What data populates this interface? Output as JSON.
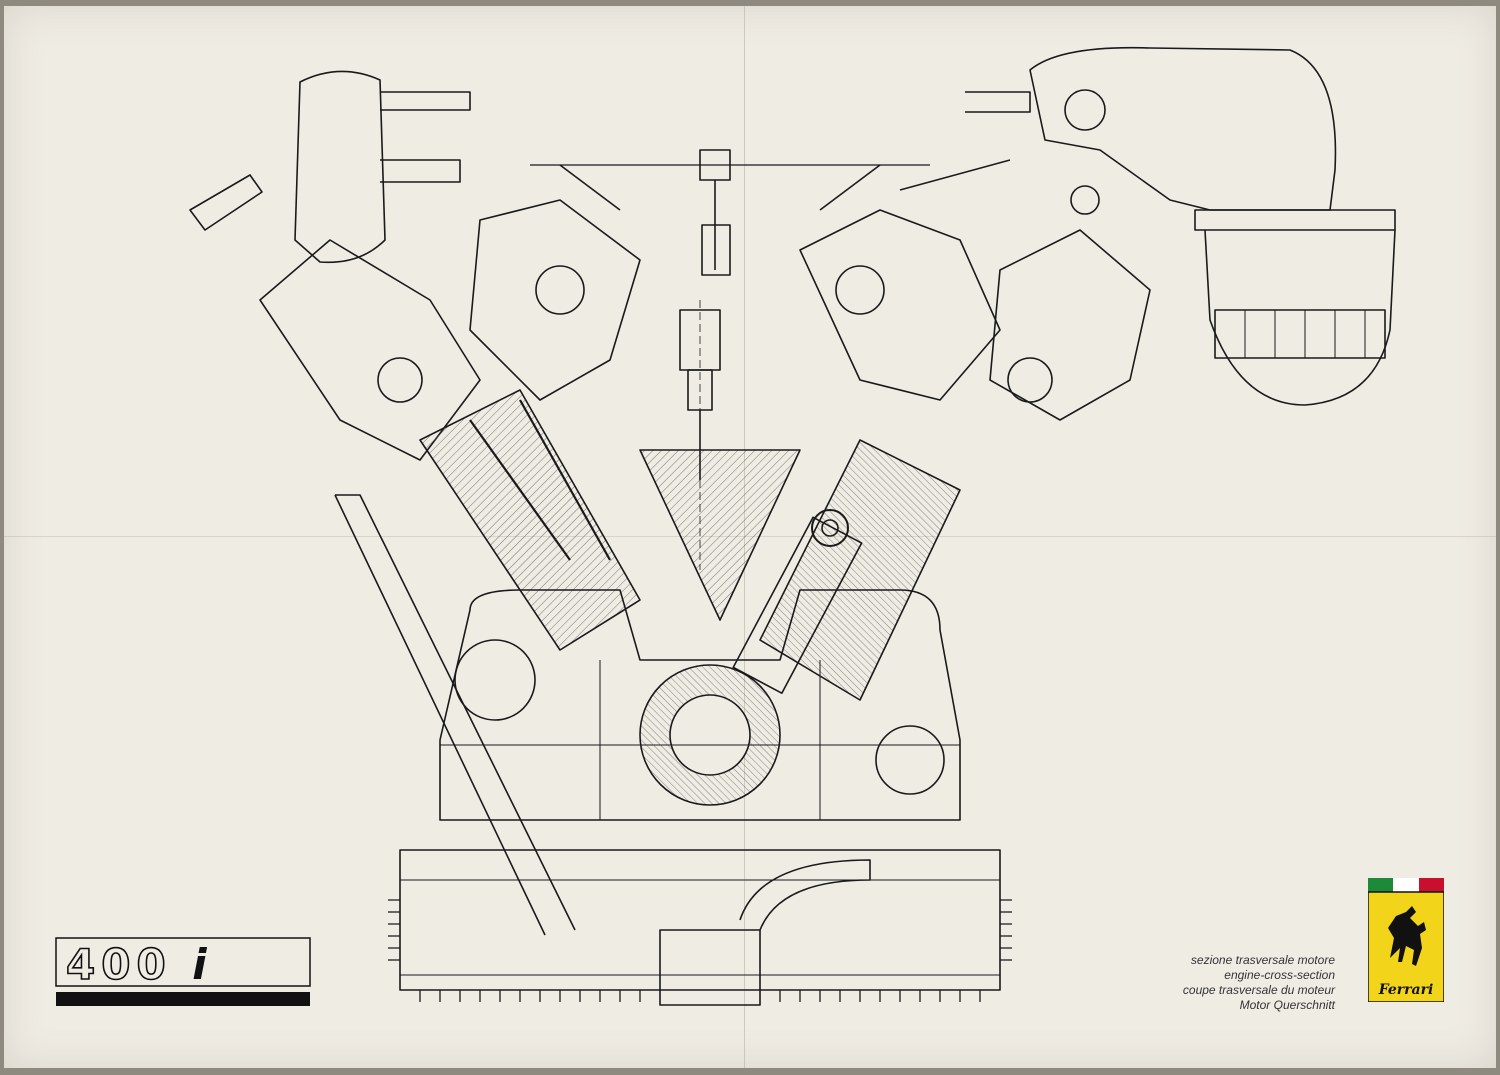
{
  "poster": {
    "model": "400",
    "model_suffix": "i",
    "captions": [
      "sezione trasversale motore",
      "engine-cross-section",
      "coupe trasversale du moteur",
      "Motor Querschnitt"
    ],
    "brand": "Ferrari",
    "colors": {
      "paper": "#efece4",
      "ink": "#1a1a1a",
      "logo_yellow": "#f2d51a",
      "flag_green": "#1d8a3a",
      "flag_red": "#c8102e"
    },
    "icons": {
      "logo": "prancing-horse-icon"
    }
  }
}
